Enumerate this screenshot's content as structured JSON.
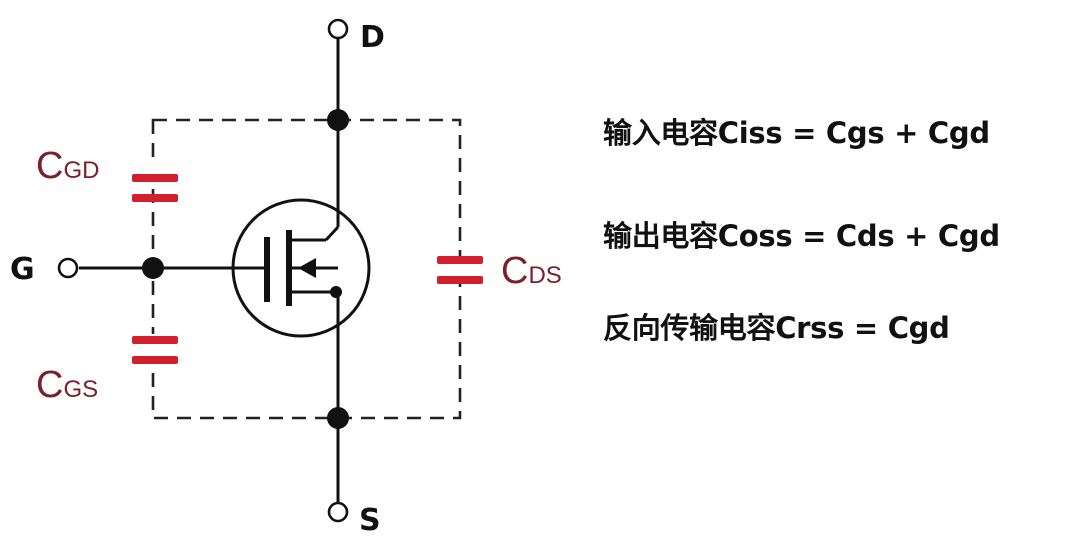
{
  "pins": {
    "drain": "D",
    "gate": "G",
    "source": "S"
  },
  "capacitors": {
    "cgd": {
      "main": "C",
      "sub": "GD"
    },
    "cgs": {
      "main": "C",
      "sub": "GS"
    },
    "cds": {
      "main": "C",
      "sub": "DS"
    }
  },
  "formulas": {
    "input": "输入电容Ciss = Cgs + Cgd",
    "output": "输出电容Coss = Cds + Cgd",
    "reverse": "反向传输电容Crss = Cgd"
  },
  "colors": {
    "plate": "#d3202f",
    "cap_label": "#7a1f2b",
    "line": "#111111"
  }
}
